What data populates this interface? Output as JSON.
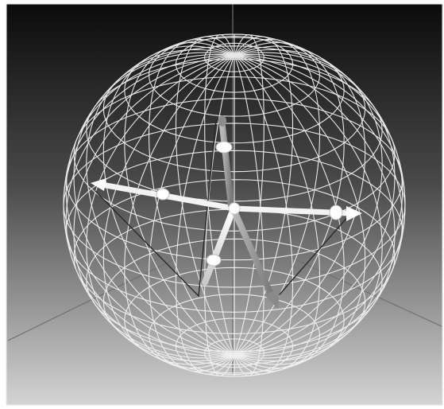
{
  "scene": {
    "subject": "wireframe-sphere-with-vectors",
    "colors": {
      "background_top": "#0c0c0c",
      "background_bottom": "#d2d2d2",
      "wire": "#f2f2f2",
      "arrow_light": "#f4f4f4",
      "arrow_mid": "#9a9a9a",
      "axis_line": "#6e6e6e"
    },
    "icons": [
      "sphere-wireframe",
      "center-node",
      "arrow-head",
      "joint-ring"
    ]
  }
}
